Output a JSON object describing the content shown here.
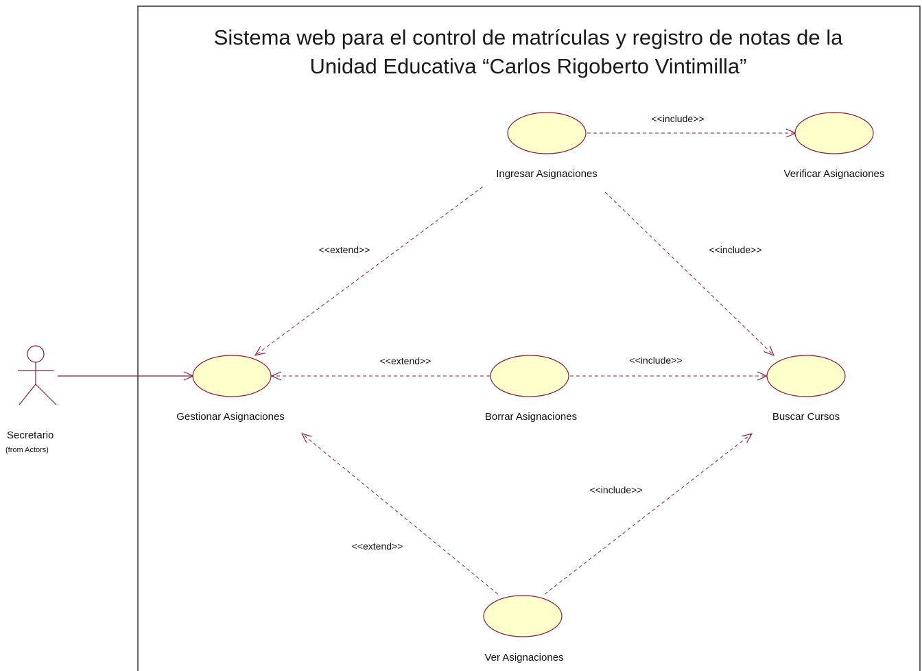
{
  "system": {
    "title_line1": "Sistema web para el control de matrículas y registro de notas de la",
    "title_line2": "Unidad Educativa “Carlos Rigoberto Vintimilla”"
  },
  "actor": {
    "name": "Secretario",
    "package": "(from Actors)"
  },
  "use_cases": {
    "ingresar": "Ingresar Asignaciones",
    "verificar": "Verificar Asignaciones",
    "gestionar": "Gestionar Asignaciones",
    "borrar": "Borrar Asignaciones",
    "buscar": "Buscar Cursos",
    "ver": "Ver Asignaciones"
  },
  "relations": {
    "ingresar_verificar": "<<include>>",
    "ingresar_gestionar": "<<extend>>",
    "ingresar_buscar": "<<include>>",
    "borrar_gestionar": "<<extend>>",
    "borrar_buscar": "<<include>>",
    "ver_buscar": "<<include>>",
    "ver_gestionar": "<<extend>>"
  },
  "colors": {
    "line": "#8b1a3a",
    "usecase_fill": "#ffffcc",
    "usecase_stroke": "#8b1a3a",
    "boundary": "#000000"
  }
}
